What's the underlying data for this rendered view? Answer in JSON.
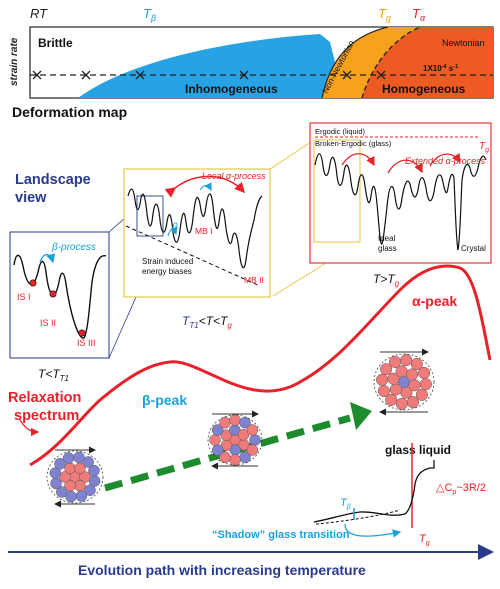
{
  "deformation_map": {
    "top_labels": {
      "rt": "RT",
      "tbeta": "T",
      "tbeta_sub": "β",
      "tg": "T",
      "tg_sub": "g",
      "talpha": "T",
      "talpha_sub": "α"
    },
    "y_axis_label": "strain rate",
    "regions": {
      "brittle": "Brittle",
      "inhomogeneous": "Inhomogeneous",
      "non_newtonian": "Non-Newtonian",
      "newtonian": "Newtonian",
      "homogeneous": "Homogeneous"
    },
    "rate_label": "1X10",
    "rate_exp": "-4",
    "rate_unit": " s",
    "rate_unit_exp": "-1",
    "title": "Deformation map",
    "colors": {
      "inhomogeneous": "#27a3e3",
      "non_newtonian": "#f7a21d",
      "newtonian": "#ee5a24"
    }
  },
  "landscape": {
    "title_line1": "Landscape",
    "title_line2": "view",
    "left_panel": {
      "beta_process": "β-process",
      "is1": "IS I",
      "is2": "IS II",
      "is3": "IS III",
      "caption_prefix": "T<T",
      "caption_sub": "T1"
    },
    "middle_panel": {
      "local_alpha": "Local α-process",
      "beta": "β",
      "mb1": "MB I",
      "mb2": "MB II",
      "strain_line1": "Strain induced",
      "strain_line2": "energy biases",
      "caption_t": "T",
      "caption_t1": "T1",
      "caption_mid": "<T<T",
      "caption_g": "g"
    },
    "right_panel": {
      "ergodic": "Ergodic (liquid)",
      "broken_ergodic": "Broken-Ergodic (glass)",
      "tg": "T",
      "tg_sub": "g",
      "extended_alpha": "Extended α-process",
      "ideal1": "Ideal",
      "ideal2": "glass",
      "crystal": "Crystal",
      "caption": "T>T",
      "caption_sub": "g"
    }
  },
  "relaxation": {
    "title_line1": "Relaxation",
    "title_line2": "spectrum",
    "alpha_peak": "α-peak",
    "beta_peak": "β-peak"
  },
  "inset": {
    "glass": "glass",
    "liquid": "liquid",
    "cp_label": "△C",
    "cp_sub": "p",
    "cp_rest": "~3R/2",
    "tbeta": "T",
    "tbeta_sub": "β",
    "tg": "T",
    "tg_sub": "g",
    "shadow": "“Shadow” glass transition"
  },
  "footer": {
    "evolution": "Evolution path with increasing temperature"
  },
  "colors": {
    "red": "#e8222a",
    "blue": "#2a3a8c",
    "cyan": "#1aa0dc",
    "green": "#1e8c2e",
    "atom_red": "#f07b7b",
    "atom_blue": "#7f83cf"
  }
}
